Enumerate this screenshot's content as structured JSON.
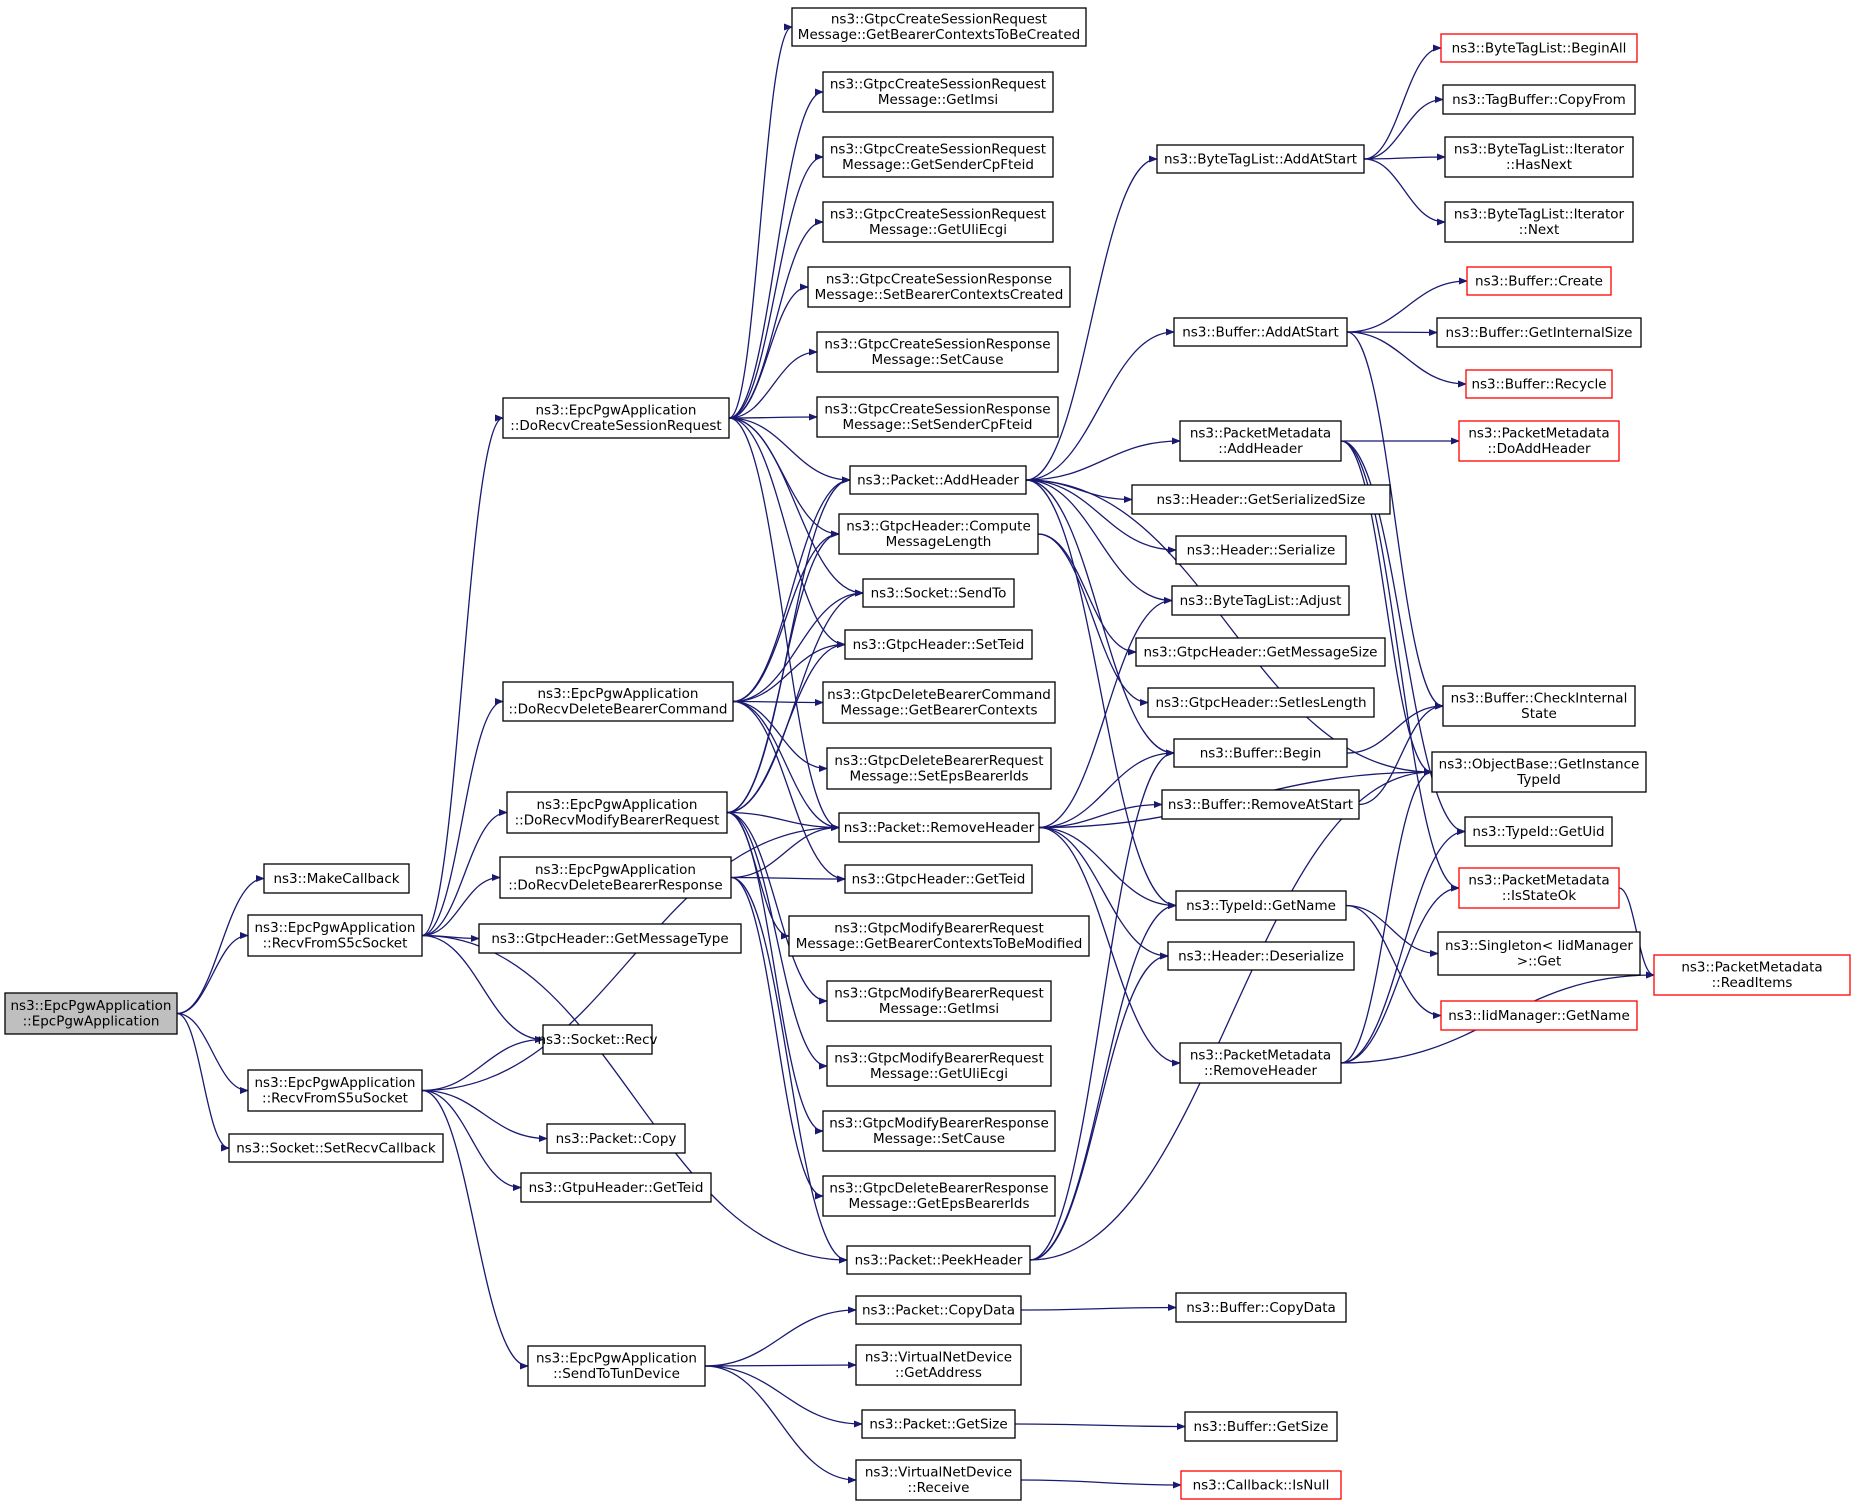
{
  "graph": {
    "root": "n0",
    "nodes": [
      {
        "id": "n0",
        "lines": [
          "ns3::EpcPgwApplication",
          "::EpcPgwApplication"
        ],
        "style": "root"
      },
      {
        "id": "n1",
        "lines": [
          "ns3::MakeCallback"
        ],
        "style": "normal"
      },
      {
        "id": "n2",
        "lines": [
          "ns3::EpcPgwApplication",
          "::RecvFromS5cSocket"
        ],
        "style": "normal"
      },
      {
        "id": "n3",
        "lines": [
          "ns3::EpcPgwApplication",
          "::RecvFromS5uSocket"
        ],
        "style": "normal"
      },
      {
        "id": "n4",
        "lines": [
          "ns3::Socket::SetRecvCallback"
        ],
        "style": "normal"
      },
      {
        "id": "n5",
        "lines": [
          "ns3::EpcPgwApplication",
          "::DoRecvCreateSessionRequest"
        ],
        "style": "normal"
      },
      {
        "id": "n6",
        "lines": [
          "ns3::EpcPgwApplication",
          "::DoRecvDeleteBearerCommand"
        ],
        "style": "normal"
      },
      {
        "id": "n7",
        "lines": [
          "ns3::EpcPgwApplication",
          "::DoRecvModifyBearerRequest"
        ],
        "style": "normal"
      },
      {
        "id": "n8",
        "lines": [
          "ns3::EpcPgwApplication",
          "::DoRecvDeleteBearerResponse"
        ],
        "style": "normal"
      },
      {
        "id": "n9",
        "lines": [
          "ns3::GtpcHeader::GetMessageType"
        ],
        "style": "normal"
      },
      {
        "id": "n10",
        "lines": [
          "ns3::Socket::Recv"
        ],
        "style": "normal"
      },
      {
        "id": "n11",
        "lines": [
          "ns3::Packet::Copy"
        ],
        "style": "normal"
      },
      {
        "id": "n12",
        "lines": [
          "ns3::GtpuHeader::GetTeid"
        ],
        "style": "normal"
      },
      {
        "id": "n13",
        "lines": [
          "ns3::EpcPgwApplication",
          "::SendToTunDevice"
        ],
        "style": "normal"
      },
      {
        "id": "n14",
        "lines": [
          "ns3::GtpcCreateSessionRequest",
          "Message::GetBearerContextsToBeCreated"
        ],
        "style": "normal"
      },
      {
        "id": "n15",
        "lines": [
          "ns3::GtpcCreateSessionRequest",
          "Message::GetImsi"
        ],
        "style": "normal"
      },
      {
        "id": "n16",
        "lines": [
          "ns3::GtpcCreateSessionRequest",
          "Message::GetSenderCpFteid"
        ],
        "style": "normal"
      },
      {
        "id": "n17",
        "lines": [
          "ns3::GtpcCreateSessionRequest",
          "Message::GetUliEcgi"
        ],
        "style": "normal"
      },
      {
        "id": "n18",
        "lines": [
          "ns3::GtpcCreateSessionResponse",
          "Message::SetBearerContextsCreated"
        ],
        "style": "normal"
      },
      {
        "id": "n19",
        "lines": [
          "ns3::GtpcCreateSessionResponse",
          "Message::SetCause"
        ],
        "style": "normal"
      },
      {
        "id": "n20",
        "lines": [
          "ns3::GtpcCreateSessionResponse",
          "Message::SetSenderCpFteid"
        ],
        "style": "normal"
      },
      {
        "id": "n21",
        "lines": [
          "ns3::Packet::AddHeader"
        ],
        "style": "normal"
      },
      {
        "id": "n22",
        "lines": [
          "ns3::GtpcHeader::Compute",
          "MessageLength"
        ],
        "style": "normal"
      },
      {
        "id": "n23",
        "lines": [
          "ns3::Socket::SendTo"
        ],
        "style": "normal"
      },
      {
        "id": "n24",
        "lines": [
          "ns3::GtpcHeader::SetTeid"
        ],
        "style": "normal"
      },
      {
        "id": "n25",
        "lines": [
          "ns3::GtpcDeleteBearerCommand",
          "Message::GetBearerContexts"
        ],
        "style": "normal"
      },
      {
        "id": "n26",
        "lines": [
          "ns3::GtpcDeleteBearerRequest",
          "Message::SetEpsBearerIds"
        ],
        "style": "normal"
      },
      {
        "id": "n27",
        "lines": [
          "ns3::Packet::RemoveHeader"
        ],
        "style": "normal"
      },
      {
        "id": "n28",
        "lines": [
          "ns3::GtpcHeader::GetTeid"
        ],
        "style": "normal"
      },
      {
        "id": "n29",
        "lines": [
          "ns3::GtpcModifyBearerRequest",
          "Message::GetBearerContextsToBeModified"
        ],
        "style": "normal"
      },
      {
        "id": "n30",
        "lines": [
          "ns3::GtpcModifyBearerRequest",
          "Message::GetImsi"
        ],
        "style": "normal"
      },
      {
        "id": "n31",
        "lines": [
          "ns3::GtpcModifyBearerRequest",
          "Message::GetUliEcgi"
        ],
        "style": "normal"
      },
      {
        "id": "n32",
        "lines": [
          "ns3::GtpcModifyBearerResponse",
          "Message::SetCause"
        ],
        "style": "normal"
      },
      {
        "id": "n33",
        "lines": [
          "ns3::GtpcDeleteBearerResponse",
          "Message::GetEpsBearerIds"
        ],
        "style": "normal"
      },
      {
        "id": "n34",
        "lines": [
          "ns3::Packet::PeekHeader"
        ],
        "style": "normal"
      },
      {
        "id": "n35",
        "lines": [
          "ns3::Packet::CopyData"
        ],
        "style": "normal"
      },
      {
        "id": "n36",
        "lines": [
          "ns3::VirtualNetDevice",
          "::GetAddress"
        ],
        "style": "normal"
      },
      {
        "id": "n37",
        "lines": [
          "ns3::Packet::GetSize"
        ],
        "style": "normal"
      },
      {
        "id": "n38",
        "lines": [
          "ns3::VirtualNetDevice",
          "::Receive"
        ],
        "style": "normal"
      },
      {
        "id": "n39",
        "lines": [
          "ns3::ByteTagList::AddAtStart"
        ],
        "style": "normal"
      },
      {
        "id": "n40",
        "lines": [
          "ns3::Buffer::AddAtStart"
        ],
        "style": "normal"
      },
      {
        "id": "n41",
        "lines": [
          "ns3::PacketMetadata",
          "::AddHeader"
        ],
        "style": "normal"
      },
      {
        "id": "n42",
        "lines": [
          "ns3::Header::GetSerializedSize"
        ],
        "style": "normal"
      },
      {
        "id": "n43",
        "lines": [
          "ns3::Header::Serialize"
        ],
        "style": "normal"
      },
      {
        "id": "n44",
        "lines": [
          "ns3::ByteTagList::Adjust"
        ],
        "style": "normal"
      },
      {
        "id": "n45",
        "lines": [
          "ns3::GtpcHeader::GetMessageSize"
        ],
        "style": "normal"
      },
      {
        "id": "n46",
        "lines": [
          "ns3::GtpcHeader::SetIesLength"
        ],
        "style": "normal"
      },
      {
        "id": "n47",
        "lines": [
          "ns3::Buffer::Begin"
        ],
        "style": "normal"
      },
      {
        "id": "n48",
        "lines": [
          "ns3::Buffer::RemoveAtStart"
        ],
        "style": "normal"
      },
      {
        "id": "n49",
        "lines": [
          "ns3::TypeId::GetName"
        ],
        "style": "normal"
      },
      {
        "id": "n50",
        "lines": [
          "ns3::Header::Deserialize"
        ],
        "style": "normal"
      },
      {
        "id": "n51",
        "lines": [
          "ns3::PacketMetadata",
          "::RemoveHeader"
        ],
        "style": "normal"
      },
      {
        "id": "n52",
        "lines": [
          "ns3::Buffer::CopyData"
        ],
        "style": "normal"
      },
      {
        "id": "n53",
        "lines": [
          "ns3::Buffer::GetSize"
        ],
        "style": "normal"
      },
      {
        "id": "n54",
        "lines": [
          "ns3::Callback::IsNull"
        ],
        "style": "truncated"
      },
      {
        "id": "n55",
        "lines": [
          "ns3::ByteTagList::BeginAll"
        ],
        "style": "truncated"
      },
      {
        "id": "n56",
        "lines": [
          "ns3::TagBuffer::CopyFrom"
        ],
        "style": "normal"
      },
      {
        "id": "n57",
        "lines": [
          "ns3::ByteTagList::Iterator",
          "::HasNext"
        ],
        "style": "normal"
      },
      {
        "id": "n58",
        "lines": [
          "ns3::ByteTagList::Iterator",
          "::Next"
        ],
        "style": "normal"
      },
      {
        "id": "n59",
        "lines": [
          "ns3::Buffer::Create"
        ],
        "style": "truncated"
      },
      {
        "id": "n60",
        "lines": [
          "ns3::Buffer::GetInternalSize"
        ],
        "style": "normal"
      },
      {
        "id": "n61",
        "lines": [
          "ns3::Buffer::Recycle"
        ],
        "style": "truncated"
      },
      {
        "id": "n62",
        "lines": [
          "ns3::PacketMetadata",
          "::DoAddHeader"
        ],
        "style": "truncated"
      },
      {
        "id": "n63",
        "lines": [
          "ns3::Buffer::CheckInternal",
          "State"
        ],
        "style": "normal"
      },
      {
        "id": "n64",
        "lines": [
          "ns3::ObjectBase::GetInstance",
          "TypeId"
        ],
        "style": "normal"
      },
      {
        "id": "n65",
        "lines": [
          "ns3::TypeId::GetUid"
        ],
        "style": "normal"
      },
      {
        "id": "n66",
        "lines": [
          "ns3::PacketMetadata",
          "::IsStateOk"
        ],
        "style": "truncated"
      },
      {
        "id": "n67",
        "lines": [
          "ns3::Singleton< IidManager",
          " >::Get"
        ],
        "style": "normal"
      },
      {
        "id": "n68",
        "lines": [
          "ns3::IidManager::GetName"
        ],
        "style": "truncated"
      },
      {
        "id": "n69",
        "lines": [
          "ns3::PacketMetadata",
          "::ReadItems"
        ],
        "style": "truncated"
      }
    ],
    "edges": [
      [
        "n0",
        "n1"
      ],
      [
        "n0",
        "n2"
      ],
      [
        "n0",
        "n3"
      ],
      [
        "n0",
        "n4"
      ],
      [
        "n2",
        "n5"
      ],
      [
        "n2",
        "n6"
      ],
      [
        "n2",
        "n7"
      ],
      [
        "n2",
        "n8"
      ],
      [
        "n2",
        "n9"
      ],
      [
        "n2",
        "n10"
      ],
      [
        "n2",
        "n34"
      ],
      [
        "n3",
        "n10"
      ],
      [
        "n3",
        "n11"
      ],
      [
        "n3",
        "n12"
      ],
      [
        "n3",
        "n13"
      ],
      [
        "n3",
        "n27"
      ],
      [
        "n5",
        "n14"
      ],
      [
        "n5",
        "n15"
      ],
      [
        "n5",
        "n16"
      ],
      [
        "n5",
        "n17"
      ],
      [
        "n5",
        "n18"
      ],
      [
        "n5",
        "n19"
      ],
      [
        "n5",
        "n20"
      ],
      [
        "n5",
        "n21"
      ],
      [
        "n5",
        "n22"
      ],
      [
        "n5",
        "n23"
      ],
      [
        "n5",
        "n24"
      ],
      [
        "n5",
        "n27"
      ],
      [
        "n6",
        "n21"
      ],
      [
        "n6",
        "n22"
      ],
      [
        "n6",
        "n23"
      ],
      [
        "n6",
        "n24"
      ],
      [
        "n6",
        "n25"
      ],
      [
        "n6",
        "n26"
      ],
      [
        "n6",
        "n27"
      ],
      [
        "n6",
        "n28"
      ],
      [
        "n7",
        "n21"
      ],
      [
        "n7",
        "n22"
      ],
      [
        "n7",
        "n23"
      ],
      [
        "n7",
        "n24"
      ],
      [
        "n7",
        "n27"
      ],
      [
        "n7",
        "n29"
      ],
      [
        "n7",
        "n30"
      ],
      [
        "n7",
        "n31"
      ],
      [
        "n7",
        "n32"
      ],
      [
        "n8",
        "n27"
      ],
      [
        "n8",
        "n28"
      ],
      [
        "n8",
        "n33"
      ],
      [
        "n8",
        "n34"
      ],
      [
        "n13",
        "n35"
      ],
      [
        "n13",
        "n36"
      ],
      [
        "n13",
        "n37"
      ],
      [
        "n13",
        "n38"
      ],
      [
        "n21",
        "n39"
      ],
      [
        "n21",
        "n40"
      ],
      [
        "n21",
        "n41"
      ],
      [
        "n21",
        "n42"
      ],
      [
        "n21",
        "n43"
      ],
      [
        "n21",
        "n44"
      ],
      [
        "n21",
        "n47"
      ],
      [
        "n21",
        "n49"
      ],
      [
        "n21",
        "n64"
      ],
      [
        "n22",
        "n45"
      ],
      [
        "n22",
        "n46"
      ],
      [
        "n27",
        "n44"
      ],
      [
        "n27",
        "n47"
      ],
      [
        "n27",
        "n48"
      ],
      [
        "n27",
        "n49"
      ],
      [
        "n27",
        "n50"
      ],
      [
        "n27",
        "n51"
      ],
      [
        "n27",
        "n64"
      ],
      [
        "n34",
        "n47"
      ],
      [
        "n34",
        "n49"
      ],
      [
        "n34",
        "n50"
      ],
      [
        "n34",
        "n64"
      ],
      [
        "n35",
        "n52"
      ],
      [
        "n37",
        "n53"
      ],
      [
        "n38",
        "n54"
      ],
      [
        "n39",
        "n55"
      ],
      [
        "n39",
        "n56"
      ],
      [
        "n39",
        "n57"
      ],
      [
        "n39",
        "n58"
      ],
      [
        "n40",
        "n59"
      ],
      [
        "n40",
        "n60"
      ],
      [
        "n40",
        "n61"
      ],
      [
        "n40",
        "n63"
      ],
      [
        "n41",
        "n62"
      ],
      [
        "n41",
        "n64"
      ],
      [
        "n41",
        "n65"
      ],
      [
        "n41",
        "n66"
      ],
      [
        "n47",
        "n63"
      ],
      [
        "n48",
        "n63"
      ],
      [
        "n49",
        "n67"
      ],
      [
        "n49",
        "n68"
      ],
      [
        "n51",
        "n64"
      ],
      [
        "n51",
        "n65"
      ],
      [
        "n51",
        "n66"
      ],
      [
        "n51",
        "n69"
      ],
      [
        "n66",
        "n69"
      ]
    ]
  },
  "colors": {
    "edge": "#191970",
    "border": "#000000",
    "truncated_border": "#ff0000",
    "root_fill": "#bfbfbf",
    "background": "#ffffff"
  }
}
